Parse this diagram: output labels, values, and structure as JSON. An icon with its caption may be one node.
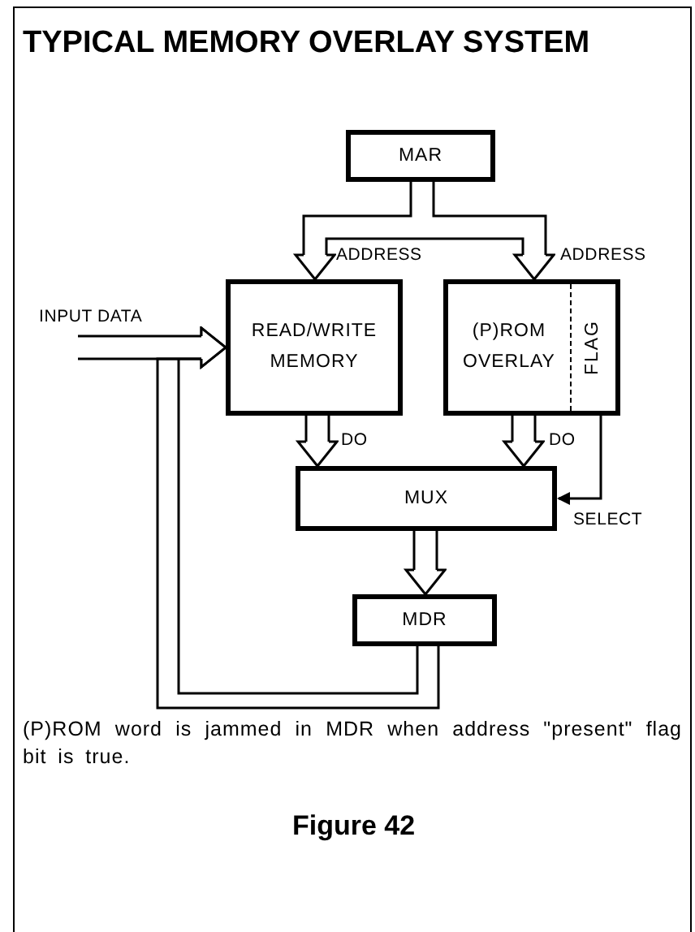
{
  "diagram": {
    "title": "TYPICAL MEMORY OVERLAY SYSTEM",
    "caption": "Figure 42",
    "nodes": [
      {
        "text": [
          "MAR"
        ]
      },
      {
        "text": [
          "READ/WRITE MEMORY"
        ]
      },
      {
        "text": [
          "(P)ROM OVERLAY",
          "FLAG"
        ]
      },
      {
        "text": [
          "MUX"
        ]
      },
      {
        "text": [
          "MDR"
        ]
      }
    ],
    "edges": [
      {
        "from": 0,
        "to": 1,
        "arrow": "to",
        "label": "ADDRESS"
      },
      {
        "from": 0,
        "to": 2,
        "arrow": "to",
        "label": "ADDRESS"
      },
      {
        "from": null,
        "to": 1,
        "arrow": "to",
        "label": "INPUT DATA"
      },
      {
        "from": 1,
        "to": 3,
        "arrow": "to",
        "label": "DO"
      },
      {
        "from": 2,
        "to": 3,
        "arrow": "to",
        "label": "DO"
      },
      {
        "from": 2,
        "to": 3,
        "arrow": "to",
        "label": "SELECT"
      },
      {
        "from": 3,
        "to": 4,
        "arrow": "to"
      },
      {
        "from": 4,
        "to": 1,
        "arrow": "to"
      }
    ],
    "labels": [
      "(P)ROM word is jammed in MDR when address \"present\" flag bit is true."
    ]
  }
}
